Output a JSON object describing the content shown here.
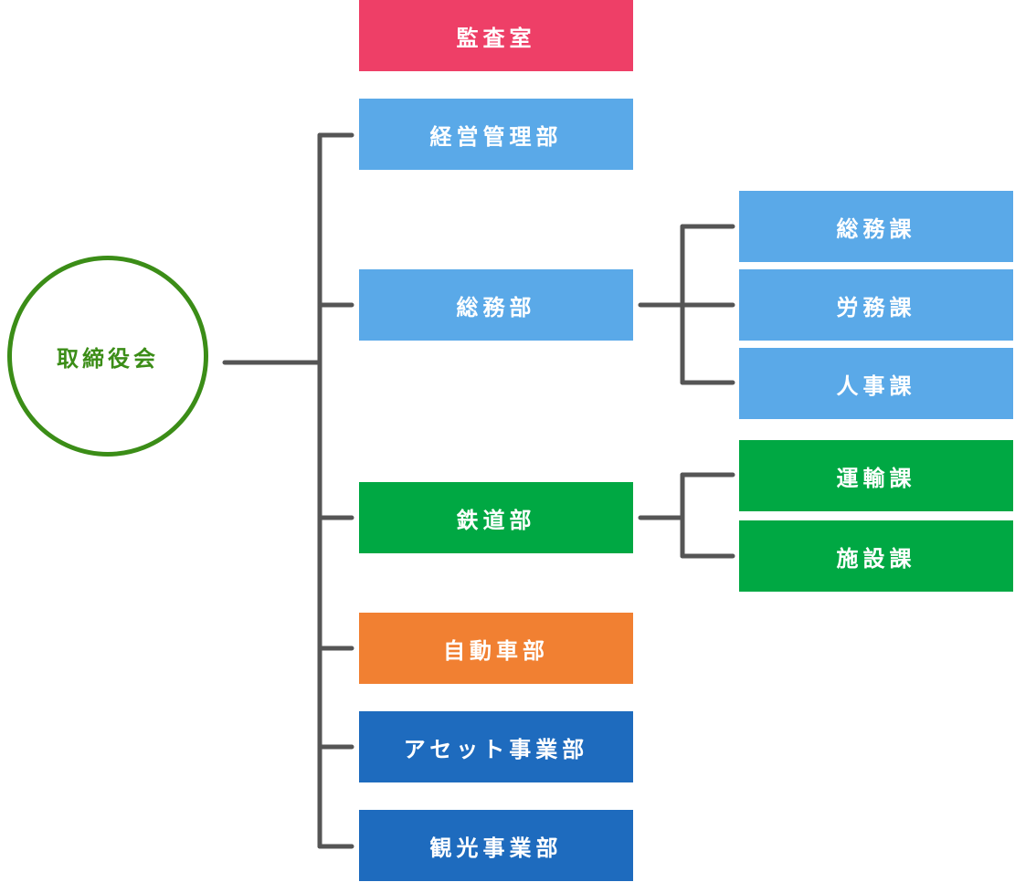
{
  "root": {
    "label": "取締役会",
    "color": "#3b8d17"
  },
  "colors": {
    "connector": "#555555",
    "audit": "#ee3f67",
    "admin_blue": "#5aa9e8",
    "railway_green": "#00a843",
    "bus_orange": "#f18032",
    "business_blue": "#1e6bbe"
  },
  "departments": [
    {
      "label": "監査室",
      "color": "#ee3f67"
    },
    {
      "label": "経営管理部",
      "color": "#5aa9e8"
    },
    {
      "label": "総務部",
      "color": "#5aa9e8"
    },
    {
      "label": "鉄道部",
      "color": "#00a843"
    },
    {
      "label": "自動車部",
      "color": "#f18032"
    },
    {
      "label": "アセット事業部",
      "color": "#1e6bbe"
    },
    {
      "label": "観光事業部",
      "color": "#1e6bbe"
    }
  ],
  "sections": {
    "general_affairs": [
      {
        "label": "総務課",
        "color": "#5aa9e8"
      },
      {
        "label": "労務課",
        "color": "#5aa9e8"
      },
      {
        "label": "人事課",
        "color": "#5aa9e8"
      }
    ],
    "railway": [
      {
        "label": "運輸課",
        "color": "#00a843"
      },
      {
        "label": "施設課",
        "color": "#00a843"
      }
    ]
  }
}
